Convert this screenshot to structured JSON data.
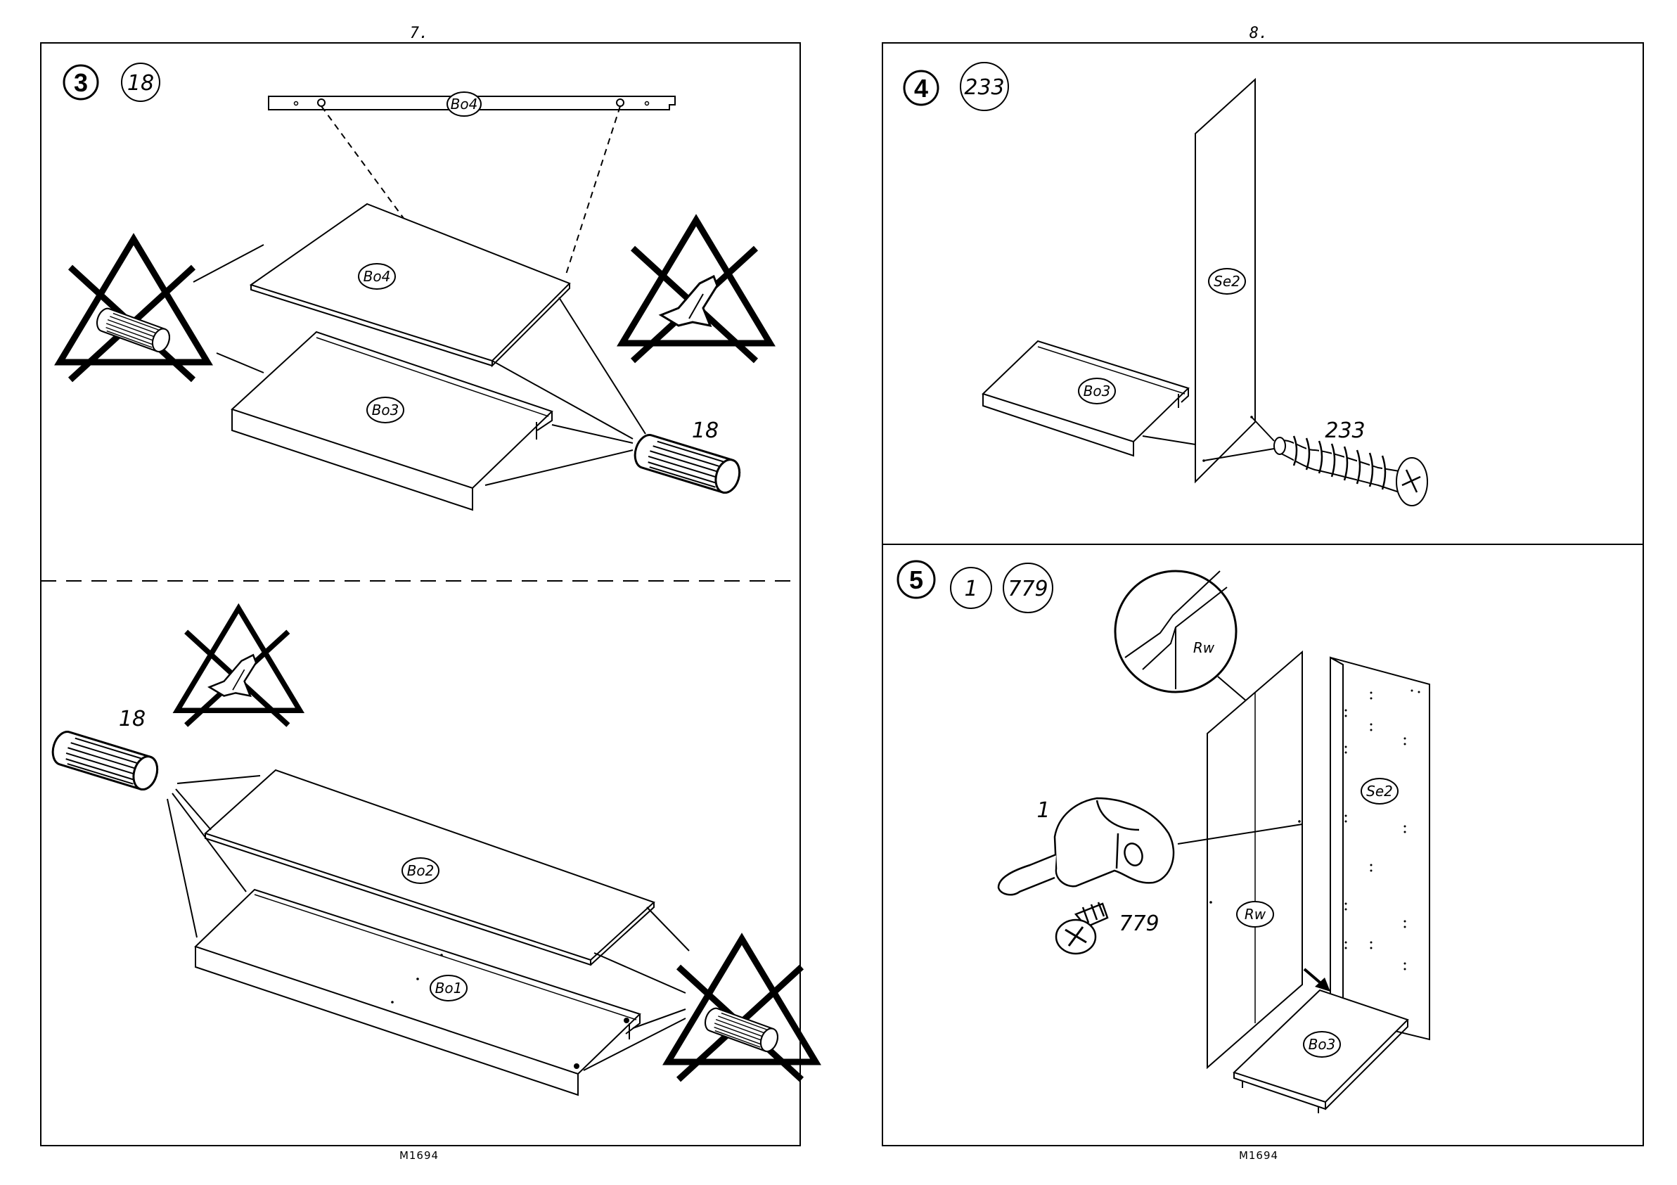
{
  "pages": [
    {
      "page_number": "7.",
      "footer_code": "M1694"
    },
    {
      "page_number": "8.",
      "footer_code": "M1694"
    }
  ],
  "steps": [
    {
      "number": "3",
      "quantities": [
        "18"
      ]
    },
    {
      "number": "4",
      "quantities": [
        "233"
      ]
    },
    {
      "number": "5",
      "quantities": [
        "1",
        "779"
      ]
    }
  ],
  "parts": {
    "bo1": "Bo1",
    "bo2": "Bo2",
    "bo3": "Bo3",
    "bo4": "Bo4",
    "se2": "Se2",
    "rw": "Rw"
  },
  "hardware": {
    "dowel": "18",
    "cam_bolt": "233",
    "hook": "1",
    "screw": "779"
  },
  "colors": {
    "ink": "#000000",
    "paper": "#ffffff"
  },
  "icons": [
    "no-glue-on-dowel-warning-icon",
    "no-glue-warning-icon"
  ]
}
